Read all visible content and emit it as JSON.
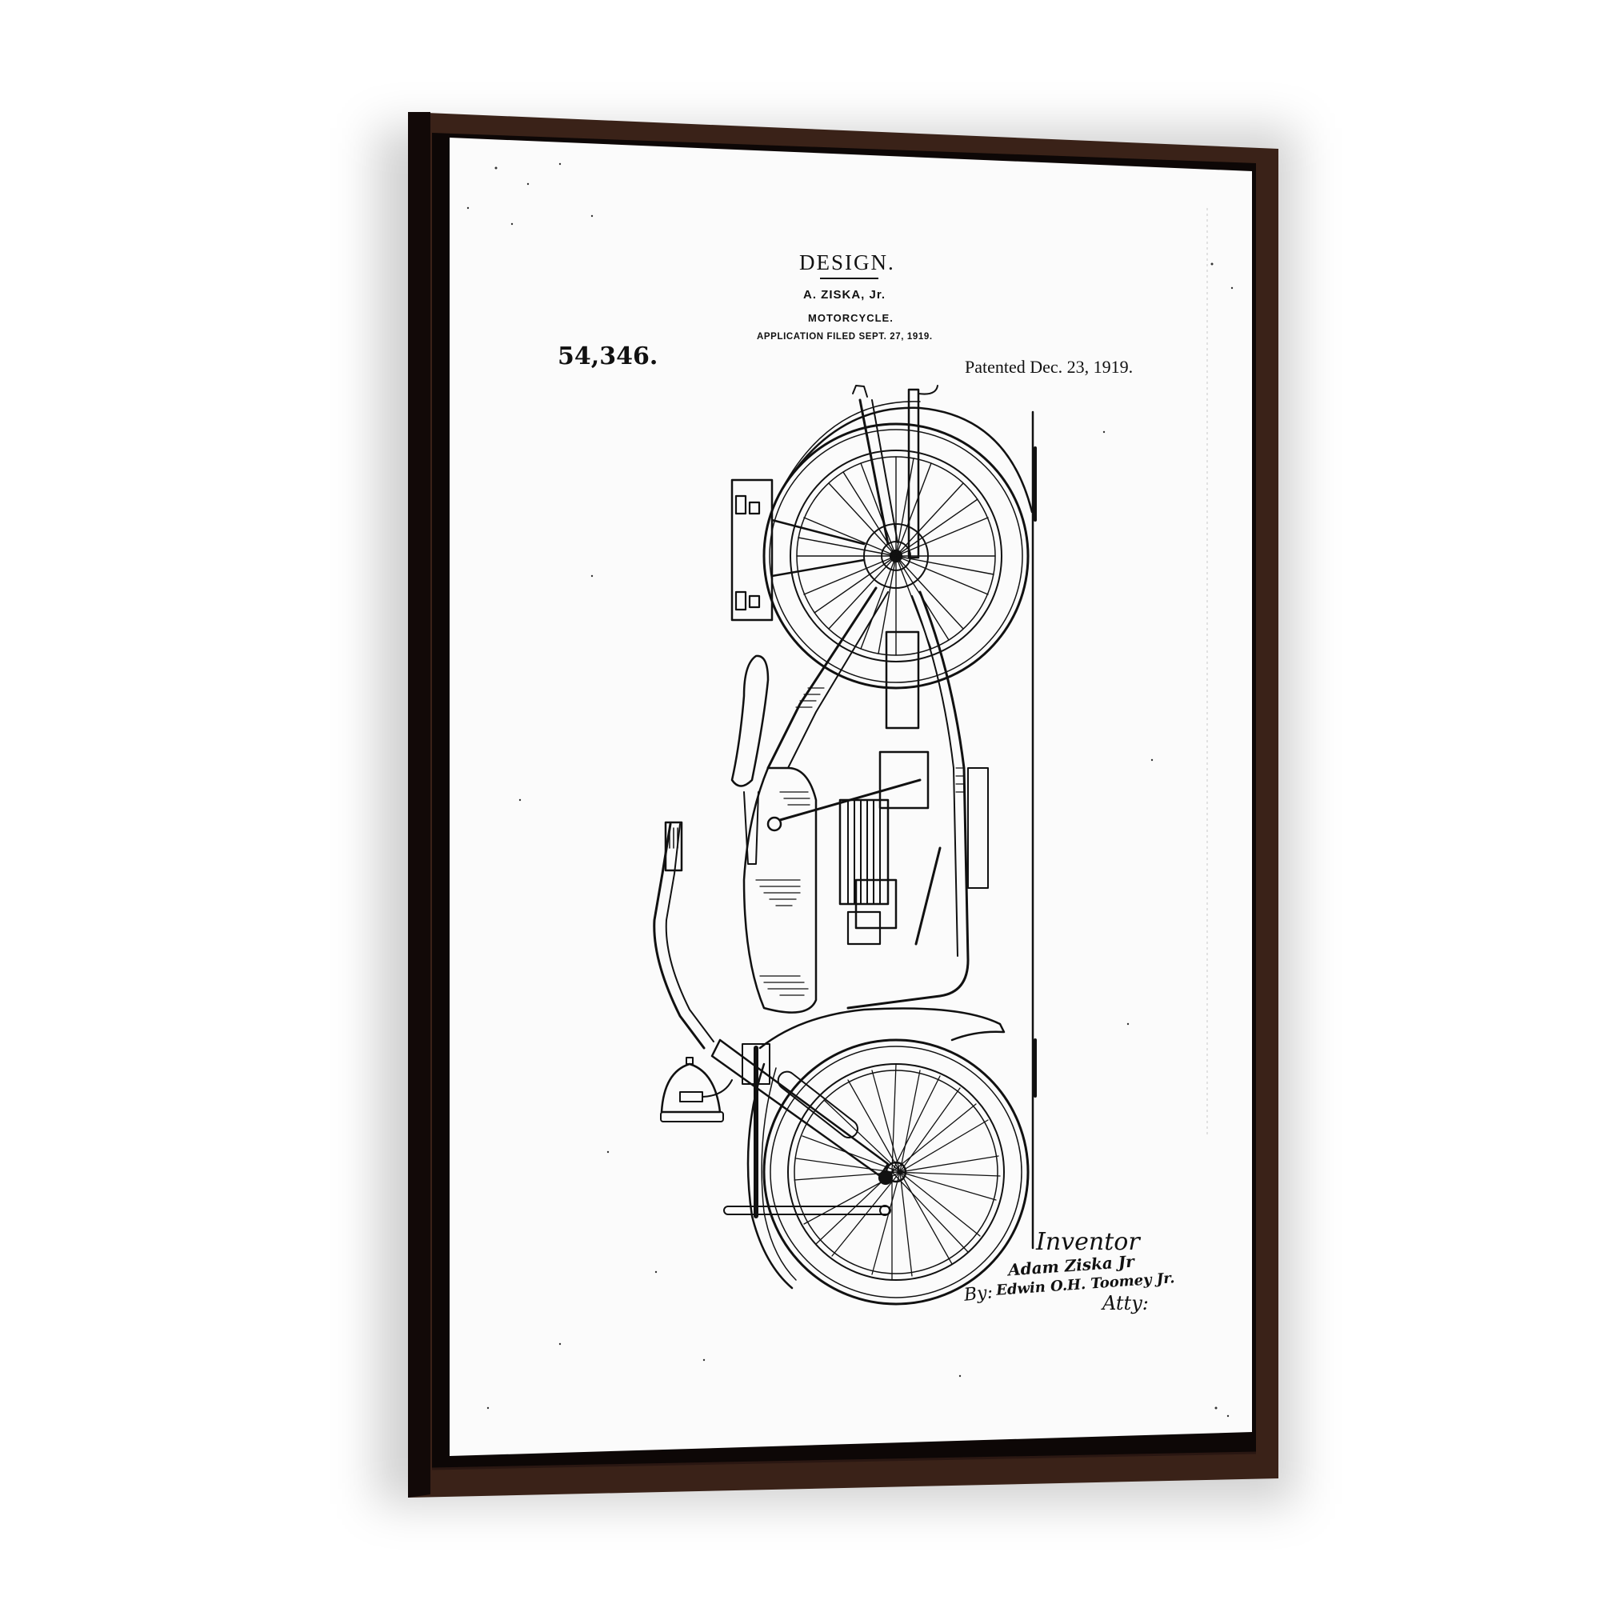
{
  "artwork": {
    "type": "framed patent print",
    "frame_color": "#3a2218",
    "frame_inner_color": "#0d0706",
    "canvas_color": "#fbfbfb",
    "ink_color": "#111111"
  },
  "patent": {
    "heading": "DESIGN.",
    "inventor_line": "A. ZISKA, Jr.",
    "subject": "MOTORCYCLE.",
    "application_line": "APPLICATION FILED SEPT. 27, 1919.",
    "number": "54,346.",
    "patented_date": "Patented Dec. 23, 1919.",
    "signature": {
      "label": "Inventor",
      "inventor_name": "Adam Ziska Jr",
      "by_label": "By:",
      "attorney_name": "Edwin O.H. Toomey Jr.",
      "attorney_suffix": "Atty:"
    }
  },
  "drawing": {
    "subject": "motorcycle side elevation (rotated vertical)",
    "parts": [
      "front-wheel",
      "rear-wheel",
      "saddle",
      "handlebar",
      "engine",
      "fuel-tank",
      "headlamp",
      "luggage-carrier",
      "fender",
      "kickstand",
      "ground-line"
    ]
  }
}
